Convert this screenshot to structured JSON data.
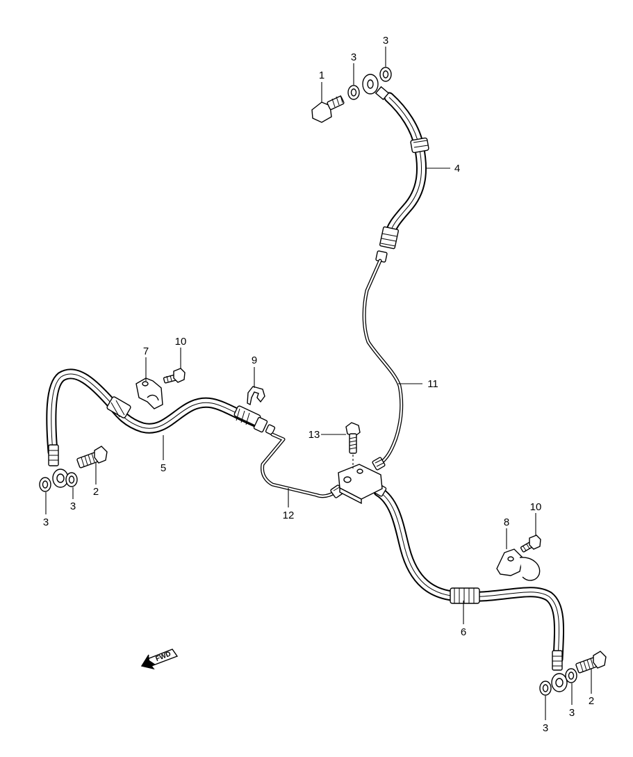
{
  "callouts": {
    "c1": "1",
    "c2a": "2",
    "c2b": "2",
    "c3a": "3",
    "c3b": "3",
    "c3c": "3",
    "c3d": "3",
    "c3e": "3",
    "c3f": "3",
    "c4": "4",
    "c5": "5",
    "c6": "6",
    "c7": "7",
    "c8": "8",
    "c9": "9",
    "c10a": "10",
    "c10b": "10",
    "c11": "11",
    "c12": "12",
    "c13": "13"
  },
  "direction_marker": {
    "label": "FWD"
  }
}
